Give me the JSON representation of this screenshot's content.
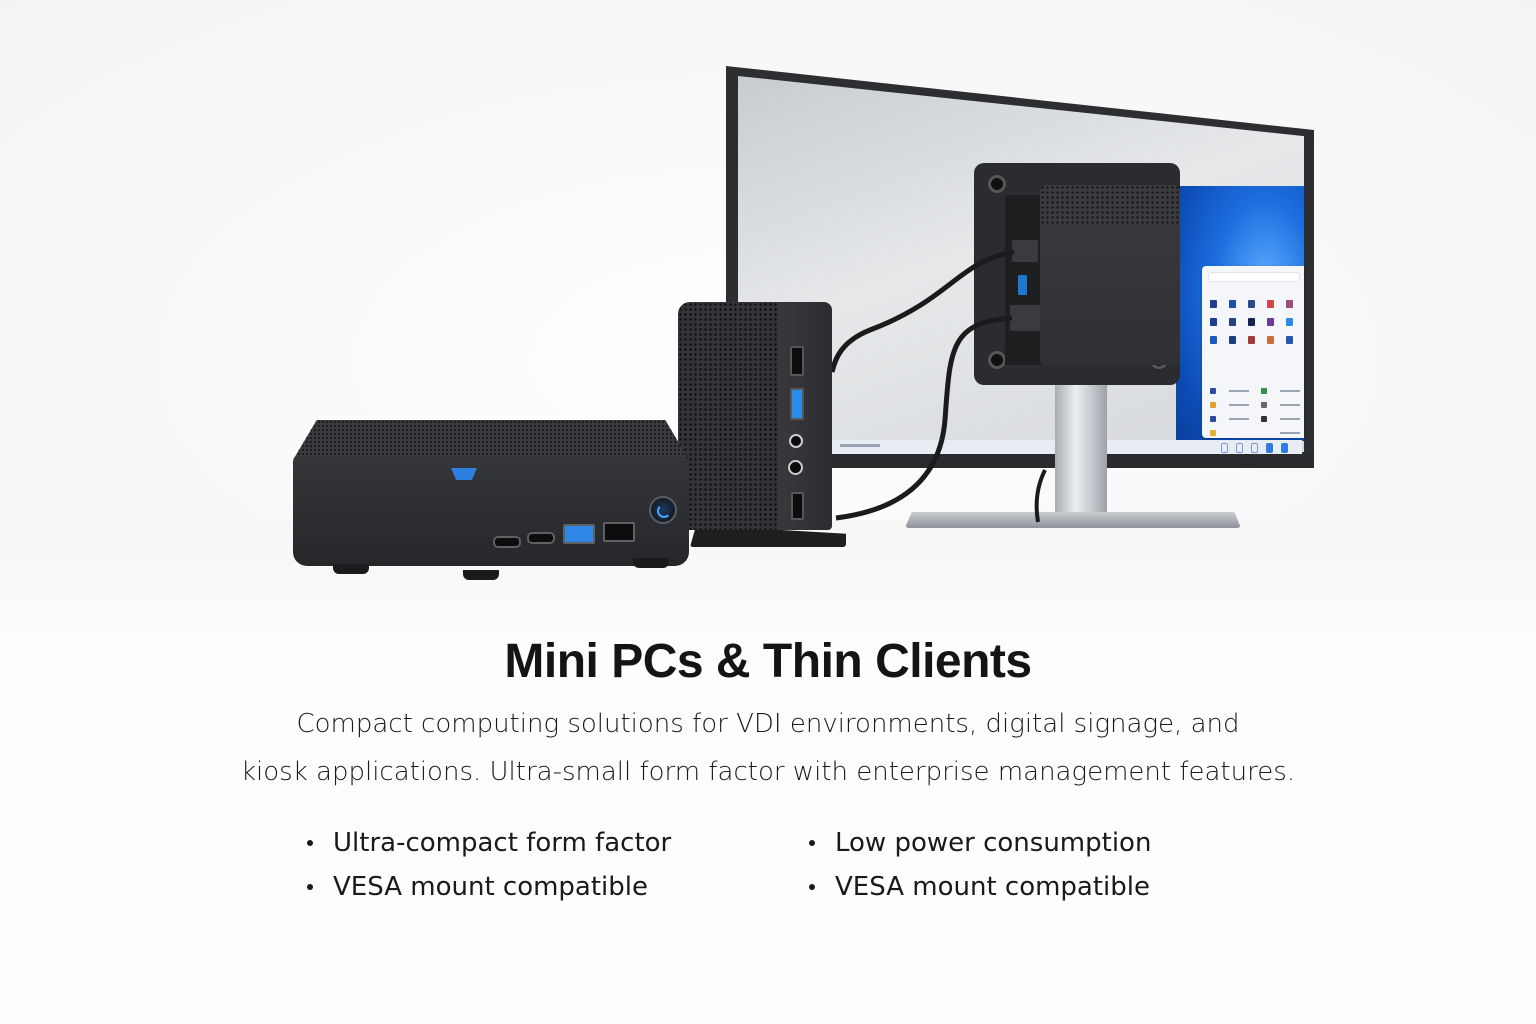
{
  "hero": {
    "scene": "product-photo",
    "devices": [
      "mini-pc",
      "vertical-thin-client",
      "vesa-mounted-thin-client",
      "monitor"
    ],
    "colors": {
      "background": "#fdfdfd",
      "device_body": "#2c2d30",
      "accent_blue": "#2f86e6",
      "stand_silver": "#c6c9cd"
    }
  },
  "content": {
    "title": "Mini PCs & Thin Clients",
    "description_line1": "Compact computing solutions for VDI environments, digital signage, and",
    "description_line2": "kiosk applications. Ultra-small form factor with enterprise management features.",
    "bullets": [
      {
        "label": "Ultra-compact form factor",
        "icon": "bullet-dot"
      },
      {
        "label": "Low power consumption",
        "icon": "bullet-dot"
      },
      {
        "label": "VESA mount compatible",
        "icon": "bullet-dot"
      },
      {
        "label": "VESA mount compatible",
        "icon": "bullet-dot"
      }
    ]
  }
}
